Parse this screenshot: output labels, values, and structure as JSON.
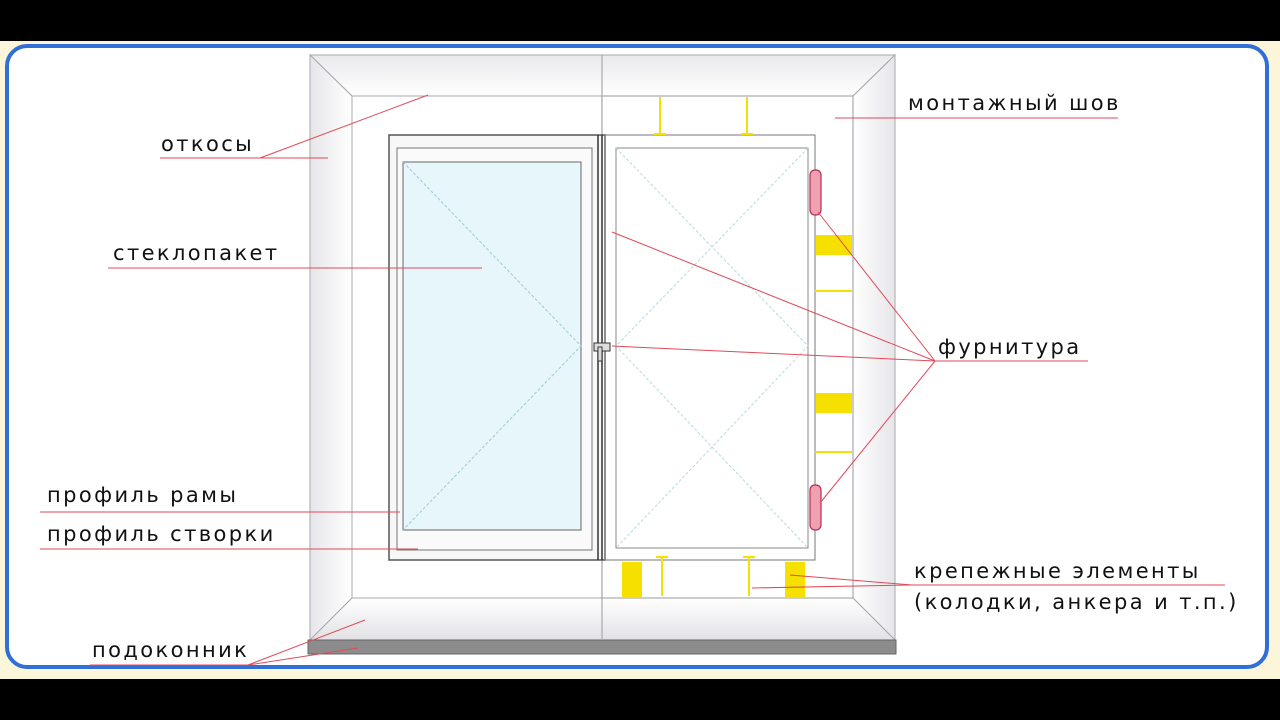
{
  "labels": {
    "otkosy": "откосы",
    "steklopaket": "стеклопакет",
    "profil_ramy": "профиль рамы",
    "profil_stvorki": "профиль створки",
    "podokonnik": "подоконник",
    "montazhny_shov": "монтажный шов",
    "furnitura": "фурнитура",
    "krepezhnye_line1": "крепежные элементы",
    "krepezhnye_line2": "(колодки, анкера и т.п.)"
  },
  "colors": {
    "border": "#2f6fd6",
    "background": "#fbf6d9",
    "leader_line": "#e04a5a",
    "fastener": "#f5e000",
    "glass": "#e6f6fb",
    "hinge": "#f0a0b0"
  }
}
